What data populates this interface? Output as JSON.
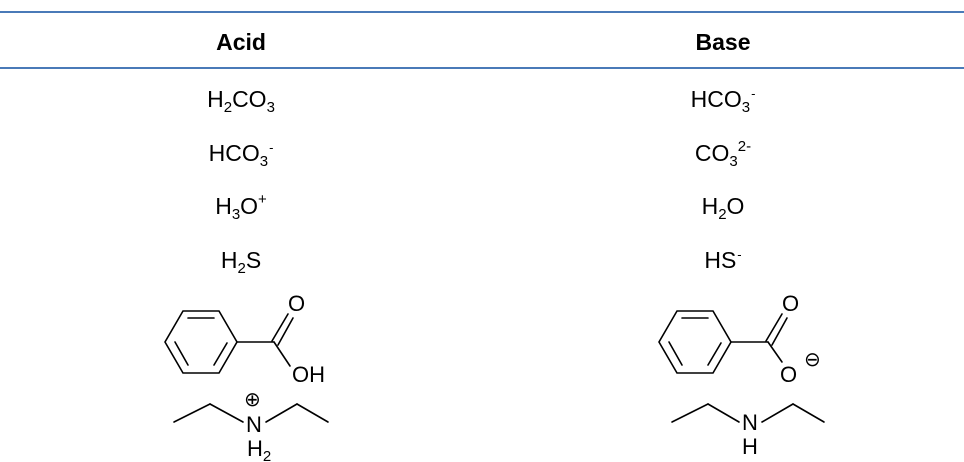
{
  "headers": {
    "acid": "Acid",
    "base": "Base"
  },
  "colors": {
    "rule": "#4a7ab8",
    "text": "#000000"
  },
  "rows": [
    {
      "acid": {
        "parts": [
          "H",
          "2",
          "CO",
          "3"
        ]
      },
      "base": {
        "parts": [
          "HCO",
          "3",
          "-"
        ]
      }
    },
    {
      "acid": {
        "parts": [
          "HCO",
          "3",
          "-"
        ]
      },
      "base": {
        "parts": [
          "CO",
          "3",
          "2-"
        ]
      }
    },
    {
      "acid": {
        "parts": [
          "H",
          "3",
          "O",
          "+"
        ]
      },
      "base": {
        "parts": [
          "H",
          "2",
          "O"
        ]
      }
    },
    {
      "acid": {
        "parts": [
          "H",
          "2",
          "S"
        ]
      },
      "base": {
        "parts": [
          "HS",
          "-"
        ]
      }
    }
  ],
  "structures": {
    "benzoic_acid": {
      "o_label": "O",
      "oh_label": "OH"
    },
    "benzoate": {
      "o_label": "O",
      "o_minus_label": "O",
      "charge": "⊖"
    },
    "diethylammonium": {
      "n_label": "N",
      "h_label": "H",
      "h_sub": "2",
      "charge": "⊕"
    },
    "diethylamine": {
      "n_label": "N",
      "h_label": "H"
    }
  }
}
